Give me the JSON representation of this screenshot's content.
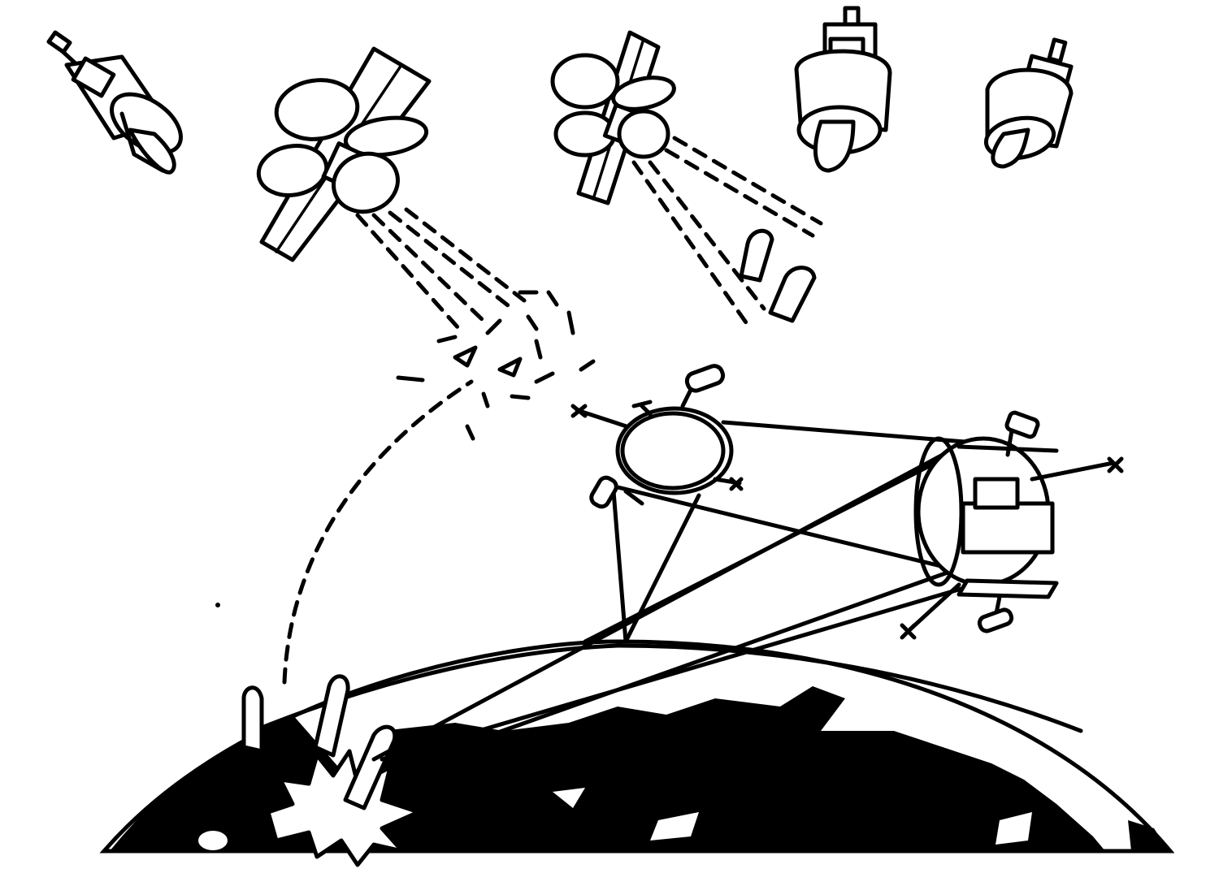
{
  "figure": {
    "ink_color": "#000000",
    "paper_color": "#ffffff",
    "elements": [
      "satellite",
      "satellite-with-antennas",
      "satellite-with-antennas",
      "satellite",
      "satellite",
      "space-station",
      "relay-satellite",
      "missile",
      "missile",
      "rocket",
      "rocket",
      "rocket",
      "earth-horizon",
      "explosion",
      "debris-cloud"
    ]
  }
}
